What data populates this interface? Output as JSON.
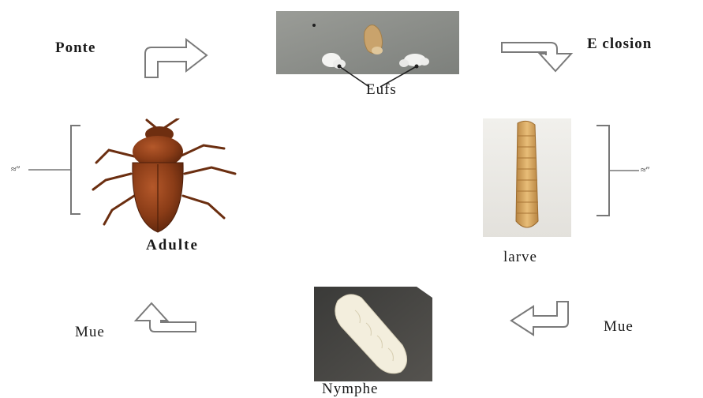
{
  "diagram": {
    "labels": {
      "ponte": "Ponte",
      "eclosion": "E closion",
      "oeufs": "Eufs",
      "adulte": "Adulte",
      "larve": "larve",
      "nymphe": "Nymphe",
      "mue_left": "Mue",
      "mue_right": "Mue",
      "size_left": "≈″",
      "size_right": "≈″"
    },
    "stages": [
      "Eufs",
      "larve",
      "Nymphe",
      "Adulte"
    ],
    "transitions": [
      {
        "from": "Adulte",
        "to": "Eufs",
        "label": "Ponte"
      },
      {
        "from": "Eufs",
        "to": "larve",
        "label": "E closion"
      },
      {
        "from": "larve",
        "to": "Nymphe",
        "label": "Mue"
      },
      {
        "from": "Nymphe",
        "to": "Adulte",
        "label": "Mue"
      }
    ],
    "colors": {
      "beetle": "#8a3c17",
      "larva": "#d9a862",
      "pupa": "#f3eedd",
      "egg_bg": "#8a8c88",
      "arrow_stroke": "#7a7a7a",
      "text": "#1a1a1a"
    }
  }
}
